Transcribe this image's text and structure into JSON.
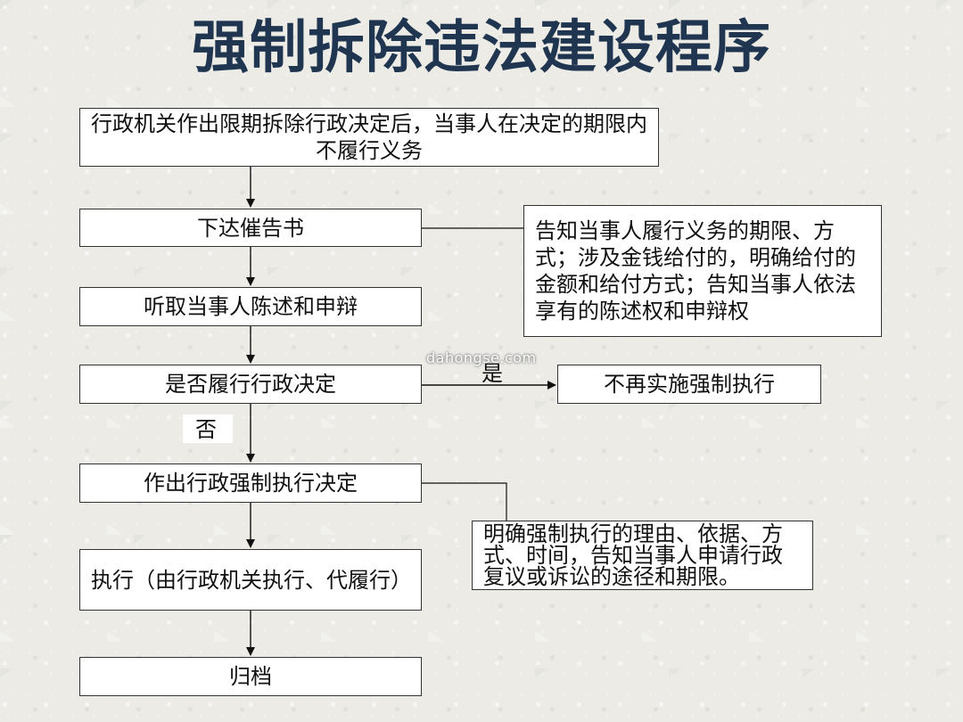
{
  "title": "强制拆除违法建设程序",
  "steps": {
    "start": "行政机关作出限期拆除行政决定后，当事人在决定的期限内不履行义务",
    "notice": "下达催告书",
    "hearing": "听取当事人陈述和申辩",
    "decision": "是否履行行政决定",
    "enforce_decision": "作出行政强制执行决定",
    "execute": "执行（由行政机关执行、代履行）",
    "archive": "归档"
  },
  "side_notes": {
    "notice_detail": "告知当事人履行义务的期限、方式；涉及金钱给付的，明确给付的金额和给付方式；告知当事人依法享有的陈述权和申辩权",
    "no_enforcement": "不再实施强制执行",
    "enforce_detail": "明确强制执行的理由、依据、方式、时间，告知当事人申请行政复议或诉讼的途径和期限。"
  },
  "branch_labels": {
    "yes": "是",
    "no": "否"
  },
  "watermark": "dahongse.com",
  "colors": {
    "title": "#1f3550",
    "box_border": "#333333",
    "box_fill": "#ffffff",
    "background": "#ecebe6"
  }
}
